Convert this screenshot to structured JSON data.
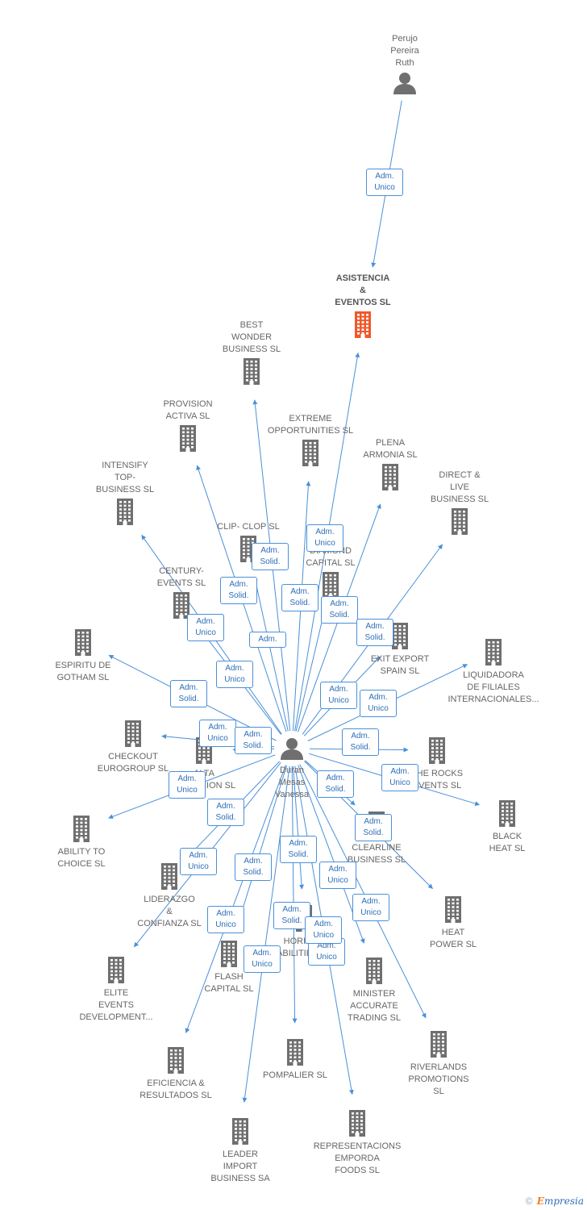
{
  "colors": {
    "edge": "#4a90d9",
    "badge_text": "#2e6fb7",
    "company": "#6f6f6f",
    "target_company": "#f0582a",
    "person": "#6f6f6f"
  },
  "nodes": [
    {
      "id": "ruth",
      "kind": "person",
      "label": "Perujo\nPereira\nRuth"
    },
    {
      "id": "asistencia",
      "kind": "target",
      "label": "ASISTENCIA\n&\nEVENTOS  SL"
    },
    {
      "id": "duran",
      "kind": "person",
      "label": "Duran\nMesas\nVanessa"
    },
    {
      "id": "best",
      "kind": "company",
      "label": "BEST\nWONDER\nBUSINESS SL"
    },
    {
      "id": "provision",
      "kind": "company",
      "label": "PROVISION\nACTIVA SL"
    },
    {
      "id": "extreme",
      "kind": "company",
      "label": "EXTREME\nOPPORTUNITIES SL"
    },
    {
      "id": "plena",
      "kind": "company",
      "label": "PLENA\nARMONIA SL"
    },
    {
      "id": "intensify",
      "kind": "company",
      "label": "INTENSIFY\nTOP-\nBUSINESS SL"
    },
    {
      "id": "direct",
      "kind": "company",
      "label": "DIRECT &\nLIVE\nBUSINESS SL"
    },
    {
      "id": "clip",
      "kind": "company",
      "label": "CLIP- CLOP SL"
    },
    {
      "id": "diamond",
      "kind": "company",
      "label": "DIAMOND\nCAPITAL SL"
    },
    {
      "id": "century",
      "kind": "company",
      "label": "CENTURY-\nEVENTS  SL"
    },
    {
      "id": "espiritu",
      "kind": "company",
      "label": "ESPIRITU DE\nGOTHAM  SL"
    },
    {
      "id": "exitexport",
      "kind": "company",
      "label": "EXIT EXPORT\nSPAIN SL"
    },
    {
      "id": "liquidadora",
      "kind": "company",
      "label": "LIQUIDADORA\nDE FILIALES\nINTERNACIONALES..."
    },
    {
      "id": "checkout",
      "kind": "company",
      "label": "CHECKOUT\nEUROGROUP SL"
    },
    {
      "id": "alta",
      "kind": "company",
      "label": "ALTA\nDIRECCION SL"
    },
    {
      "id": "therocks",
      "kind": "company",
      "label": "THE ROCKS\nEVENTS  SL"
    },
    {
      "id": "ability",
      "kind": "company",
      "label": "ABILITY TO\nCHOICE SL"
    },
    {
      "id": "black",
      "kind": "company",
      "label": "BLACK\nHEAT SL"
    },
    {
      "id": "clearline",
      "kind": "company",
      "label": "CLEARLINE\nBUSINESS SL"
    },
    {
      "id": "liderazgo",
      "kind": "company",
      "label": "LIDERAZGO\n&\nCONFIANZA SL"
    },
    {
      "id": "heat",
      "kind": "company",
      "label": "HEAT\nPOWER SL"
    },
    {
      "id": "horizon",
      "kind": "company",
      "label": "HORIZON\nABILITIES SL"
    },
    {
      "id": "flash",
      "kind": "company",
      "label": "FLASH\nCAPITAL SL"
    },
    {
      "id": "elite",
      "kind": "company",
      "label": "ELITE\nEVENTS\nDEVELOPMENT..."
    },
    {
      "id": "minister",
      "kind": "company",
      "label": "MINISTER\nACCURATE\nTRADING  SL"
    },
    {
      "id": "riverlands",
      "kind": "company",
      "label": "RIVERLANDS\nPROMOTIONS\nSL"
    },
    {
      "id": "eficiencia",
      "kind": "company",
      "label": "EFICIENCIA &\nRESULTADOS SL"
    },
    {
      "id": "pompalier",
      "kind": "company",
      "label": "POMPALIER SL"
    },
    {
      "id": "leader",
      "kind": "company",
      "label": "LEADER\nIMPORT\nBUSINESS SA"
    },
    {
      "id": "representaciones",
      "kind": "company",
      "label": "REPRESENTACIONS\nEMPORDA\nFOODS  SL"
    }
  ],
  "edges": [
    {
      "from": "ruth",
      "to": "asistencia",
      "role": "Adm.\nUnico"
    },
    {
      "from": "duran",
      "to": "asistencia",
      "role": "Adm.\nUnico"
    },
    {
      "from": "duran",
      "to": "best",
      "role": "Adm."
    },
    {
      "from": "duran",
      "to": "provision",
      "role": "Adm.\nUnico"
    },
    {
      "from": "duran",
      "to": "extreme",
      "role": "Adm.\nSolid."
    },
    {
      "from": "duran",
      "to": "plena",
      "role": "Adm.\nSolid."
    },
    {
      "from": "duran",
      "to": "intensify",
      "role": "Adm.\nUnico"
    },
    {
      "from": "duran",
      "to": "direct",
      "role": "Adm.\nSolid."
    },
    {
      "from": "duran",
      "to": "clip",
      "role": "Adm.\nSolid."
    },
    {
      "from": "duran",
      "to": "diamond",
      "role": "Adm.\nSolid."
    },
    {
      "from": "duran",
      "to": "century",
      "role": "Adm.\nSolid."
    },
    {
      "from": "duran",
      "to": "espiritu",
      "role": "Adm.\nUnico"
    },
    {
      "from": "duran",
      "to": "exitexport",
      "role": "Adm.\nUnico"
    },
    {
      "from": "duran",
      "to": "liquidadora",
      "role": "Adm.\nUnico"
    },
    {
      "from": "duran",
      "to": "checkout",
      "role": "Adm.\nSolid."
    },
    {
      "from": "duran",
      "to": "alta",
      "role": "Adm.\nSolid."
    },
    {
      "from": "duran",
      "to": "therocks",
      "role": "Adm.\nUnico"
    },
    {
      "from": "duran",
      "to": "ability",
      "role": "Adm.\nUnico"
    },
    {
      "from": "duran",
      "to": "black",
      "role": "Adm.\nSolid."
    },
    {
      "from": "duran",
      "to": "clearline",
      "role": "Adm.\nSolid."
    },
    {
      "from": "duran",
      "to": "liderazgo",
      "role": "Adm.\nSolid."
    },
    {
      "from": "duran",
      "to": "heat",
      "role": "Adm.\nSolid."
    },
    {
      "from": "duran",
      "to": "horizon",
      "role": "Adm.\nUnico"
    },
    {
      "from": "duran",
      "to": "flash",
      "role": "Adm.\nSolid."
    },
    {
      "from": "duran",
      "to": "elite",
      "role": "Adm.\nUnico"
    },
    {
      "from": "duran",
      "to": "minister",
      "role": "Adm.\nUnico"
    },
    {
      "from": "duran",
      "to": "riverlands",
      "role": "Adm.\nUnico"
    },
    {
      "from": "duran",
      "to": "eficiencia",
      "role": "Adm.\nUnico"
    },
    {
      "from": "duran",
      "to": "pompalier",
      "role": "Adm.\nSolid."
    },
    {
      "from": "duran",
      "to": "leader",
      "role": "Adm.\nUnico"
    },
    {
      "from": "duran",
      "to": "representaciones",
      "role": "Adm.\nUnico"
    }
  ],
  "footer": {
    "copyright": "©",
    "brand_initial": "E",
    "brand_rest": "mpresia"
  }
}
